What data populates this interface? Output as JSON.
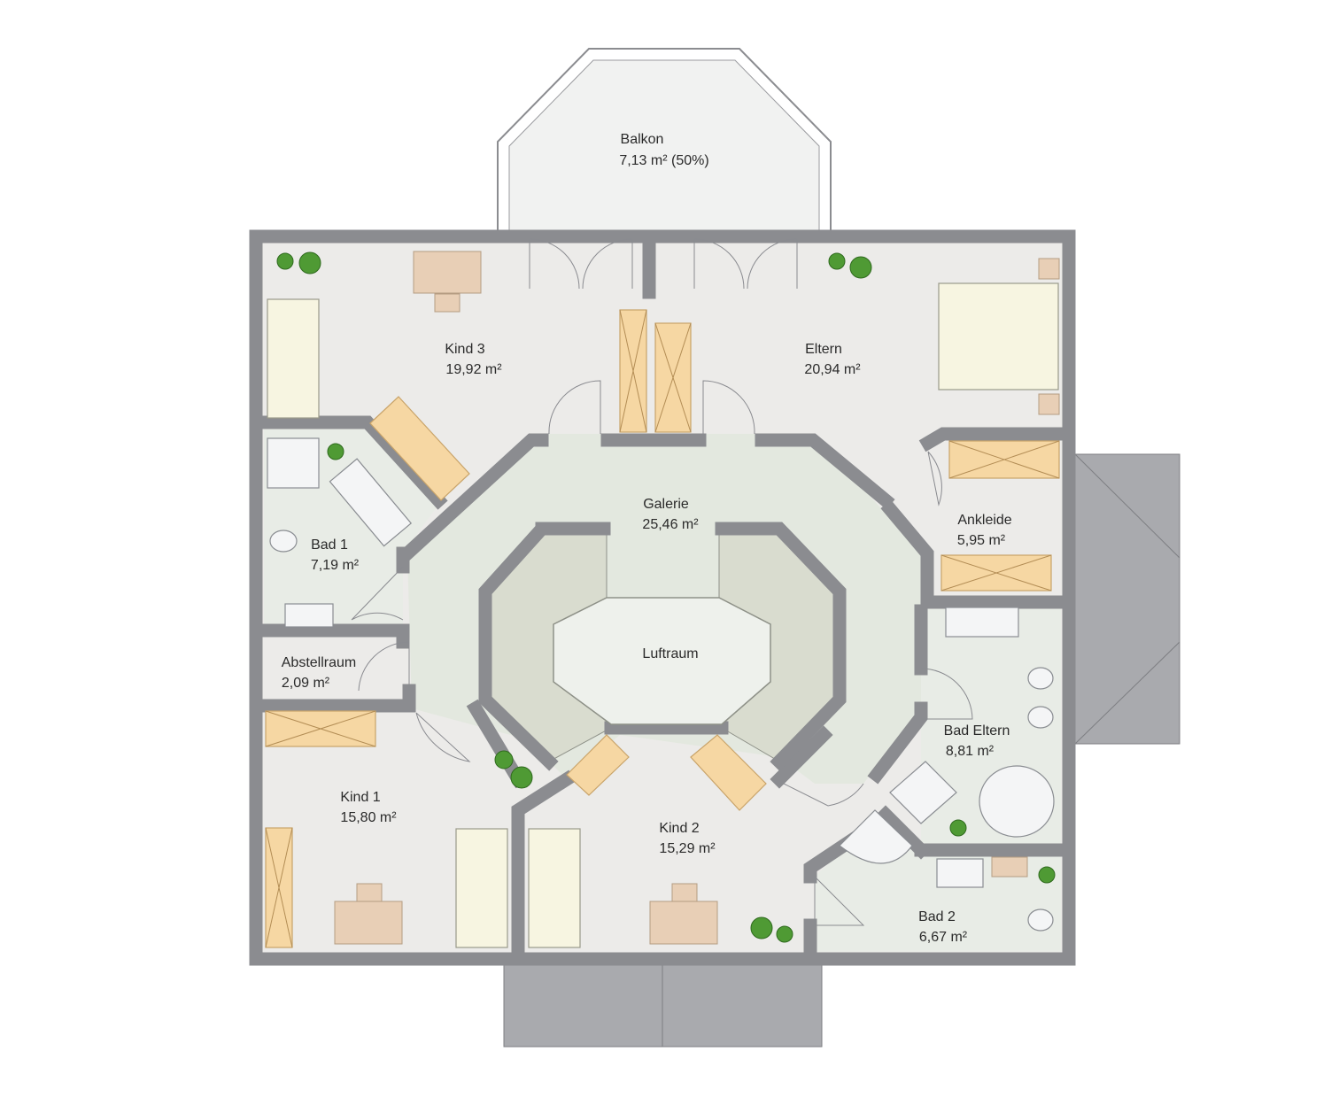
{
  "plan": {
    "rooms": {
      "balkon": {
        "name": "Balkon",
        "area": "7,13 m² (50%)"
      },
      "kind3": {
        "name": "Kind 3",
        "area": "19,92 m²"
      },
      "eltern": {
        "name": "Eltern",
        "area": "20,94 m²"
      },
      "galerie": {
        "name": "Galerie",
        "area": "25,46 m²"
      },
      "ankleide": {
        "name": "Ankleide",
        "area": "5,95 m²"
      },
      "bad1": {
        "name": "Bad 1",
        "area": "7,19 m²"
      },
      "luftraum": {
        "name": "Luftraum"
      },
      "abstellraum": {
        "name": "Abstellraum",
        "area": "2,09 m²"
      },
      "bad_eltern": {
        "name": "Bad Eltern",
        "area": "8,81 m²"
      },
      "kind1": {
        "name": "Kind 1",
        "area": "15,80 m²"
      },
      "kind2": {
        "name": "Kind 2",
        "area": "15,29 m²"
      },
      "bad2": {
        "name": "Bad 2",
        "area": "6,67 m²"
      }
    },
    "colors": {
      "wall": "#8b8c90",
      "floor": "#ecebe9",
      "gallery": "#e3e8df",
      "wardrobe": "#f6d7a3",
      "roof": "#a9aaae"
    }
  }
}
